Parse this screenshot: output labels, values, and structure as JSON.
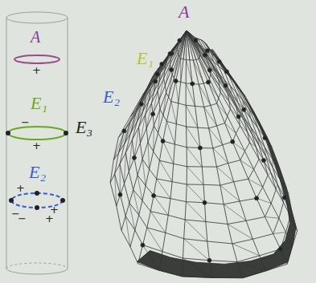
{
  "diagram": {
    "labels": [
      "A",
      "+",
      "E₁",
      "−",
      "+",
      "E₂",
      "+",
      "−",
      "+",
      "−",
      "+",
      "A",
      "E₁",
      "E₂",
      "E₃"
    ]
  }
}
